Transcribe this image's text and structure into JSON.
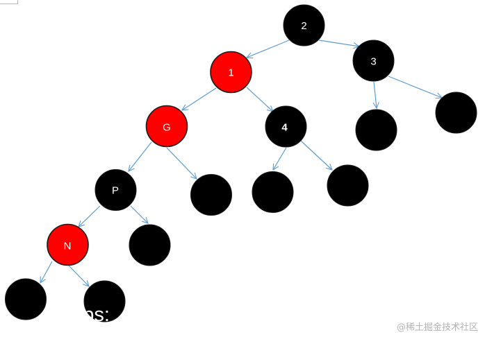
{
  "colors": {
    "red": "#ff0000",
    "black": "#000000",
    "edge": "#5b9bd5",
    "node_text": "#ffffff",
    "watermark_text": "#b3b3b3"
  },
  "tree": {
    "nodes": [
      {
        "id": "n2",
        "label": "2",
        "color": "black",
        "fill": "#000000"
      },
      {
        "id": "n1",
        "label": "1",
        "color": "red",
        "fill": "#ff0000"
      },
      {
        "id": "n3",
        "label": "3",
        "color": "black",
        "fill": "#000000"
      },
      {
        "id": "nG",
        "label": "G",
        "color": "red",
        "fill": "#ff0000"
      },
      {
        "id": "n4",
        "label": "4",
        "color": "black",
        "fill": "#000000"
      },
      {
        "id": "n3-left",
        "label": "",
        "color": "black",
        "fill": "#000000"
      },
      {
        "id": "n3-right",
        "label": "",
        "color": "black",
        "fill": "#000000"
      },
      {
        "id": "nP",
        "label": "P",
        "color": "black",
        "fill": "#000000"
      },
      {
        "id": "nG-right",
        "label": "",
        "color": "black",
        "fill": "#000000"
      },
      {
        "id": "n4-left",
        "label": "",
        "color": "black",
        "fill": "#000000"
      },
      {
        "id": "n4-right",
        "label": "",
        "color": "black",
        "fill": "#000000"
      },
      {
        "id": "nN",
        "label": "N",
        "color": "red",
        "fill": "#ff0000"
      },
      {
        "id": "nP-right",
        "label": "",
        "color": "black",
        "fill": "#000000"
      },
      {
        "id": "nN-left",
        "label": "",
        "color": "black",
        "fill": "#000000"
      },
      {
        "id": "nN-right",
        "label": "",
        "color": "black",
        "fill": "#000000"
      }
    ],
    "edges": [
      {
        "from": "2",
        "to": "1"
      },
      {
        "from": "2",
        "to": "3"
      },
      {
        "from": "1",
        "to": "G"
      },
      {
        "from": "1",
        "to": "4"
      },
      {
        "from": "3",
        "to": "nil"
      },
      {
        "from": "3",
        "to": "nil"
      },
      {
        "from": "G",
        "to": "P"
      },
      {
        "from": "G",
        "to": "nil"
      },
      {
        "from": "4",
        "to": "nil"
      },
      {
        "from": "4",
        "to": "nil"
      },
      {
        "from": "P",
        "to": "N"
      },
      {
        "from": "P",
        "to": "nil"
      },
      {
        "from": "N",
        "to": "nil"
      },
      {
        "from": "N",
        "to": "nil"
      }
    ]
  },
  "watermarks": {
    "site": "@稀土掘金技术社区",
    "url_fragment": "https:"
  }
}
